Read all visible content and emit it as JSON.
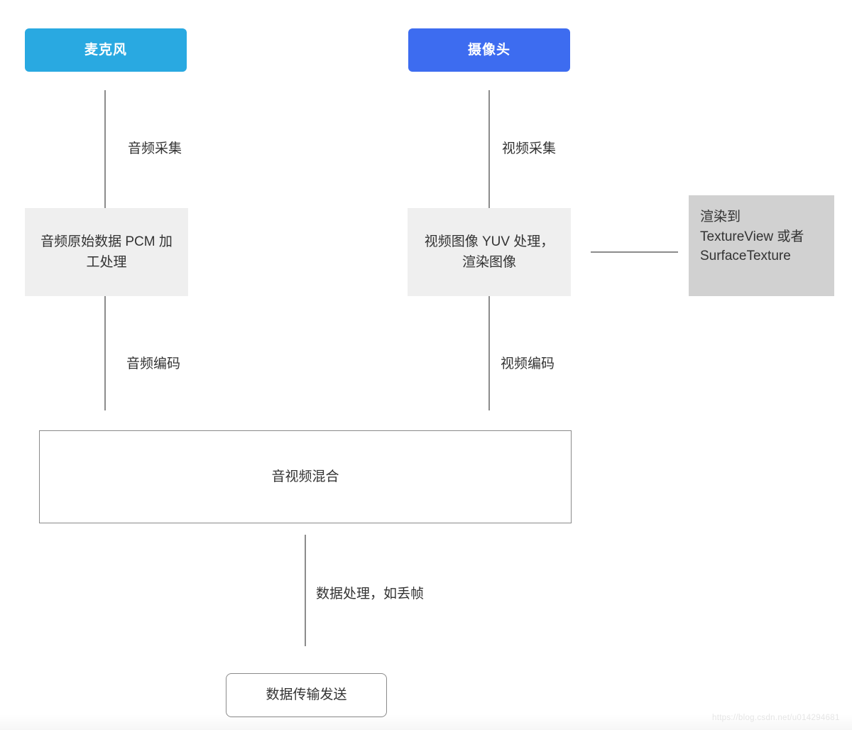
{
  "diagram": {
    "nodes": {
      "mic": {
        "label": "麦克风"
      },
      "camera": {
        "label": "摄像头"
      },
      "pcm": {
        "label": "音频原始数据 PCM 加\n工处理"
      },
      "yuv": {
        "label": "视频图像 YUV 处理，\n渲染图像"
      },
      "texture": {
        "label": "渲染到\nTextureView 或者\nSurfaceTexture"
      },
      "mix": {
        "label": "音视频混合"
      },
      "send": {
        "label": "数据传输发送"
      }
    },
    "edges": {
      "audio_capture": {
        "label": "音频采集"
      },
      "video_capture": {
        "label": "视频采集"
      },
      "audio_encode": {
        "label": "音频编码"
      },
      "video_encode": {
        "label": "视频编码"
      },
      "frame_drop": {
        "label": "数据处理，如丢帧"
      }
    },
    "colors": {
      "mic_bg": "#29a9e1",
      "camera_bg": "#3d6cf0",
      "stage_bg": "#efefef",
      "texture_bg": "#d1d1d1",
      "line": "#8c8c8c",
      "outline": "#8a8a8a",
      "text": "#333333"
    },
    "watermark": "https://blog.csdn.net/u014294681"
  }
}
